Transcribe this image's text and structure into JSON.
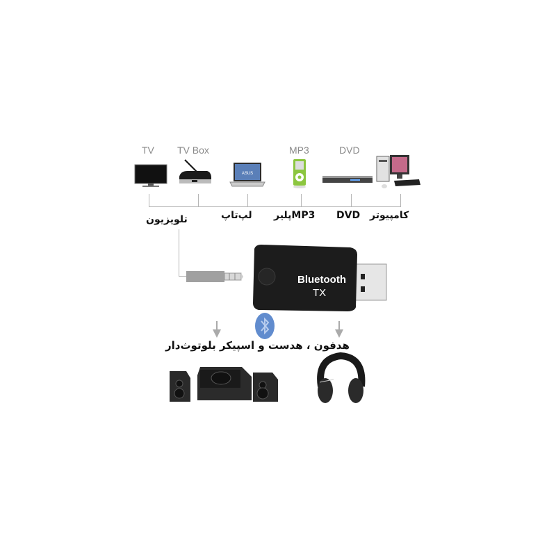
{
  "devices": [
    {
      "en": "TV",
      "fa": "تلویزیون",
      "icon": "tv-icon"
    },
    {
      "en": "TV Box",
      "fa": "",
      "icon": "tv-box-icon"
    },
    {
      "en": "",
      "fa": "لپ‌تاپ",
      "icon": "laptop-icon"
    },
    {
      "en": "MP3",
      "fa": "MP3پلیر",
      "icon": "mp3-player-icon"
    },
    {
      "en": "DVD",
      "fa": "DVD",
      "icon": "dvd-player-icon"
    },
    {
      "en": "",
      "fa": "کامپیوتر",
      "icon": "computer-icon"
    }
  ],
  "laptop_brand": "ASUS",
  "adapter": {
    "line1": "Bluetooth",
    "line2": "TX"
  },
  "outputs_label": "هدفون ، هدست و اسپیکر بلوتوث‌دار",
  "colors": {
    "line": "#b5b5b5",
    "adapter": "#1c1c1c",
    "bt_blue": "#3a6fc2",
    "mp3_green": "#8cc63f"
  }
}
